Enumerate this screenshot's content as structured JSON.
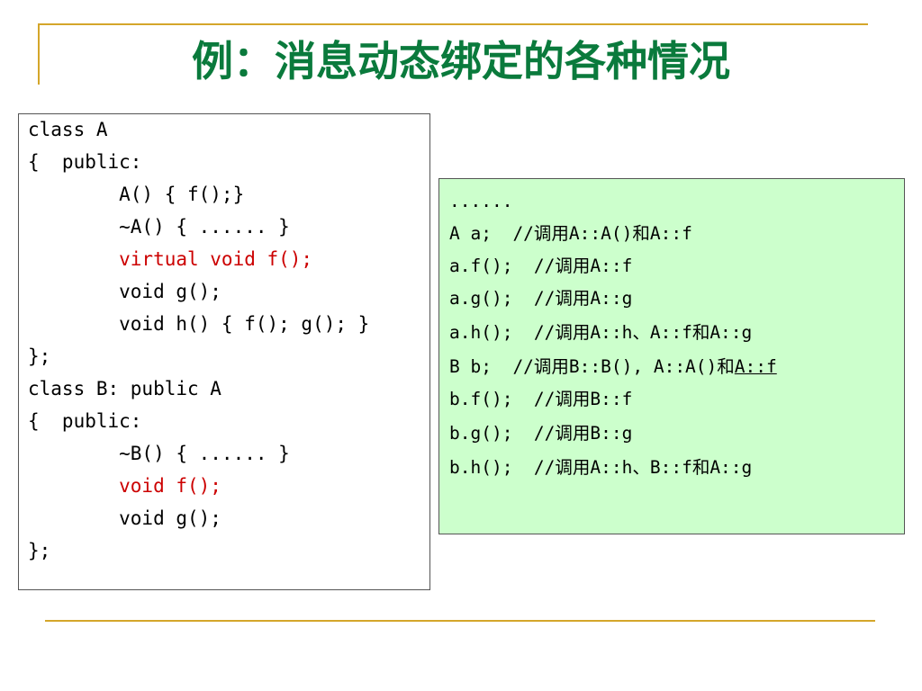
{
  "slide": {
    "title": "例：消息动态绑定的各种情况"
  },
  "code_block": {
    "lines": [
      {
        "text": "class A",
        "color": "#000000"
      },
      {
        "text": "{  public:",
        "color": "#000000"
      },
      {
        "text": "        A() { f();}",
        "color": "#000000"
      },
      {
        "text": "        ~A() { ...... }",
        "color": "#000000"
      },
      {
        "text": "        virtual void f();",
        "color": "#cc0000"
      },
      {
        "text": "        void g();",
        "color": "#000000"
      },
      {
        "text": "        void h() { f(); g(); }",
        "color": "#000000"
      },
      {
        "text": "};",
        "color": "#000000"
      },
      {
        "text": "class B: public A",
        "color": "#000000"
      },
      {
        "text": "{  public:",
        "color": "#000000"
      },
      {
        "text": "        ~B() { ...... }",
        "color": "#000000"
      },
      {
        "text": "        void f();",
        "color": "#cc0000"
      },
      {
        "text": "        void g();",
        "color": "#000000"
      },
      {
        "text": "};",
        "color": "#000000"
      }
    ]
  },
  "call_block": {
    "background": "#ccffcc",
    "lines": [
      {
        "text": "......"
      },
      {
        "text": "A a;  //调用A::A()和A::f"
      },
      {
        "text": "a.f();  //调用A::f"
      },
      {
        "text": "a.g();  //调用A::g"
      },
      {
        "text": "a.h();  //调用A::h、A::f和A::g"
      },
      {
        "text": "B b;  //调用B::B(), A::A()和",
        "underlined_tail": "A::f"
      },
      {
        "text": "b.f();  //调用B::f"
      },
      {
        "text": "b.g();  //调用B::g"
      },
      {
        "text": "b.h();  //调用A::h、B::f和A::g"
      }
    ]
  },
  "colors": {
    "title": "#0a7a3c",
    "accent_line": "#d4a62a",
    "virtual_highlight": "#cc0000"
  }
}
